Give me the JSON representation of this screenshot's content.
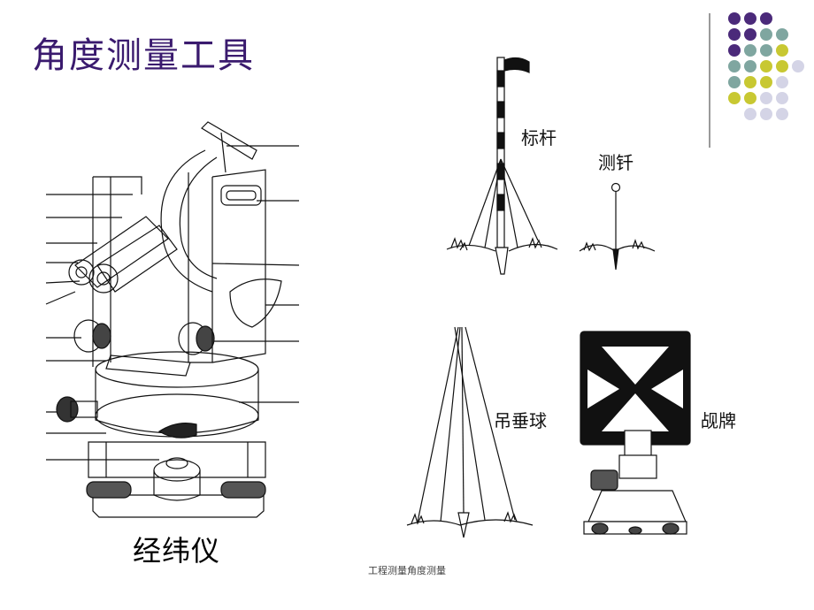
{
  "slide": {
    "title": "角度测量工具",
    "footer": "工程测量角度测量",
    "colors": {
      "title": "#3a1a6e",
      "purple": "#4b2a7a",
      "teal": "#7fa6a0",
      "lime": "#c8c832",
      "lavender": "#d4d4e6"
    }
  },
  "figures": {
    "theodolite_caption": "经纬仪",
    "range_pole_label": "标杆",
    "survey_pin_label": "测钎",
    "plumb_bob_label": "吊垂球",
    "target_label": "觇牌"
  }
}
